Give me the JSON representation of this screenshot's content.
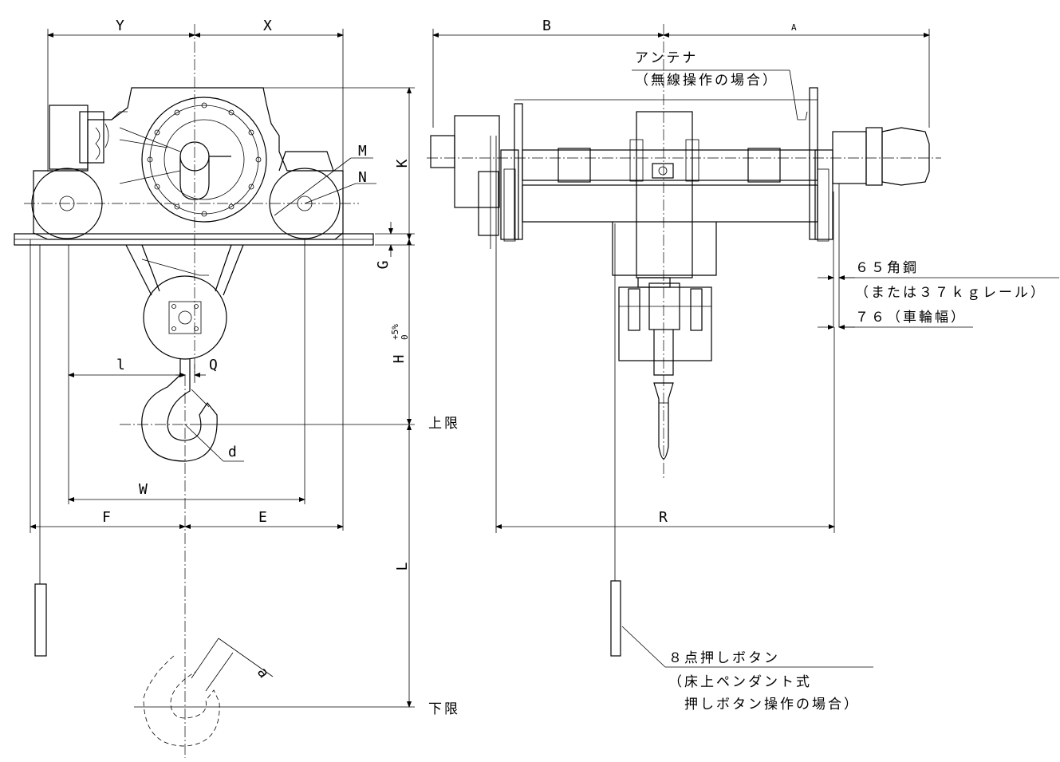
{
  "dimensions": {
    "Y": "Y",
    "X": "X",
    "B": "B",
    "A": "A",
    "K": "K",
    "M": "M",
    "N": "N",
    "G": "G",
    "H": "H",
    "H_tol_plus": "+5%",
    "H_tol_zero": "0",
    "l": "l",
    "Q": "Q",
    "d": "d",
    "W": "W",
    "F": "F",
    "E": "E",
    "L": "L",
    "R": "R",
    "a": "a"
  },
  "labels": {
    "upper_limit": "上限",
    "lower_limit": "下限"
  },
  "notes": {
    "antenna": "アンテナ",
    "antenna_sub": "（無線操作の場合）",
    "angle_steel": "６５角鋼",
    "angle_steel_sub": "（または３７ｋｇレール）",
    "wheel_width": "７６（車輪幅）",
    "pushbutton": "８点押しボタン",
    "pushbutton_sub1": "（床上ペンダント式",
    "pushbutton_sub2": "押しボタン操作の場合）"
  }
}
